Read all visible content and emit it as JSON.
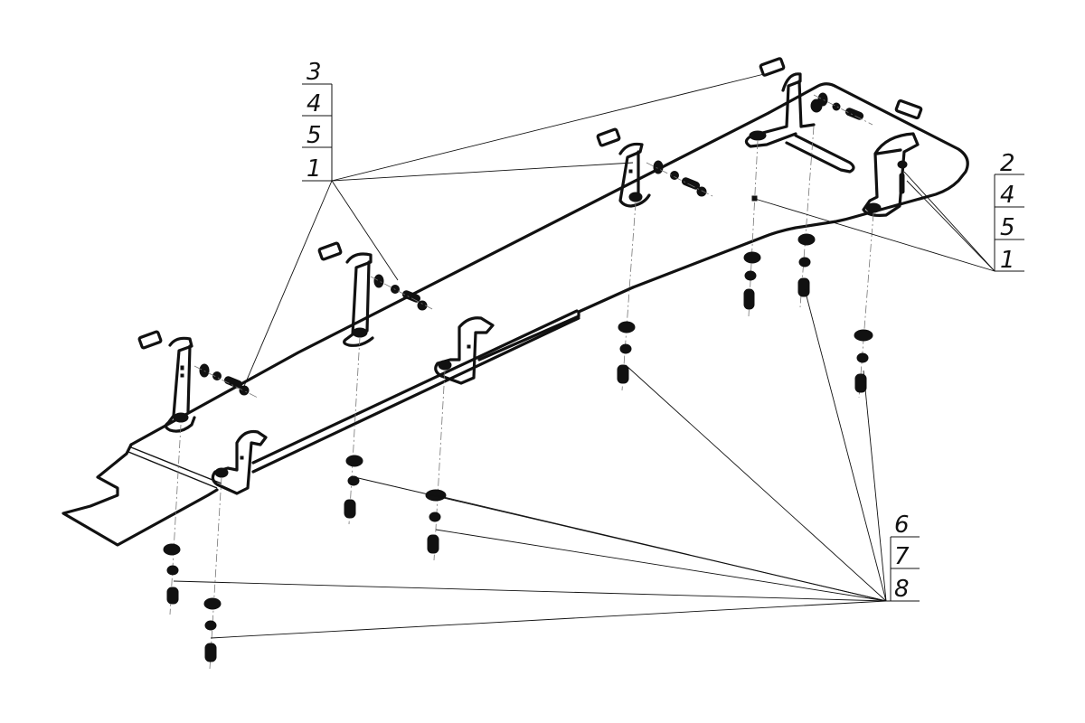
{
  "drawing": {
    "title": "Underbody protection assembly — exploded view",
    "colors": {
      "line": "#111111",
      "background": "#ffffff",
      "axis": "#777777"
    }
  },
  "callouts": [
    {
      "id": "callout-left",
      "numbers": [
        "3",
        "4",
        "5",
        "1"
      ]
    },
    {
      "id": "callout-right",
      "numbers": [
        "2",
        "4",
        "5",
        "1"
      ]
    },
    {
      "id": "callout-bottom",
      "numbers": [
        "6",
        "7",
        "8"
      ]
    }
  ]
}
